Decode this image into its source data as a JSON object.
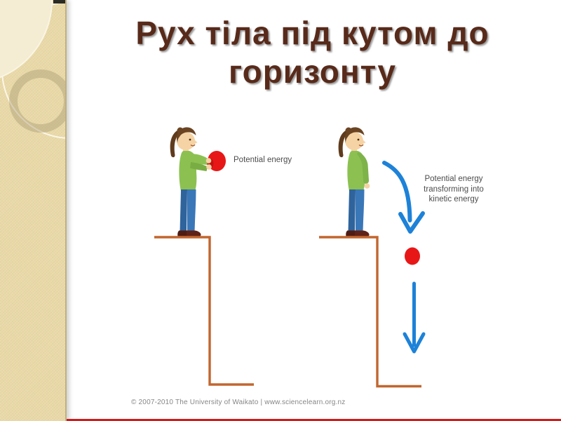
{
  "slide": {
    "title_lines": [
      "Рух тіла під кутом до",
      "горизонту"
    ],
    "title_full": "Рух тіла під кутом до горизонту"
  },
  "illustration": {
    "left_scene_label": "Potential energy",
    "right_scene_label_lines": [
      "Potential energy",
      "transforming into",
      "kinetic energy"
    ],
    "credit": "© 2007-2010 The University of Waikato | www.sciencelearn.org.nz"
  },
  "colors": {
    "sidebar_beige": "#e9d9a8",
    "title_maroon": "#582a1a",
    "cliff_brown": "#c2662f",
    "arrow_blue": "#1d82d8",
    "ball_red": "#e81717",
    "sweater_green": "#8cc152",
    "jeans_blue": "#3a77b8",
    "label_gray": "#4c4c4c",
    "accent_red": "#d11a1a"
  }
}
